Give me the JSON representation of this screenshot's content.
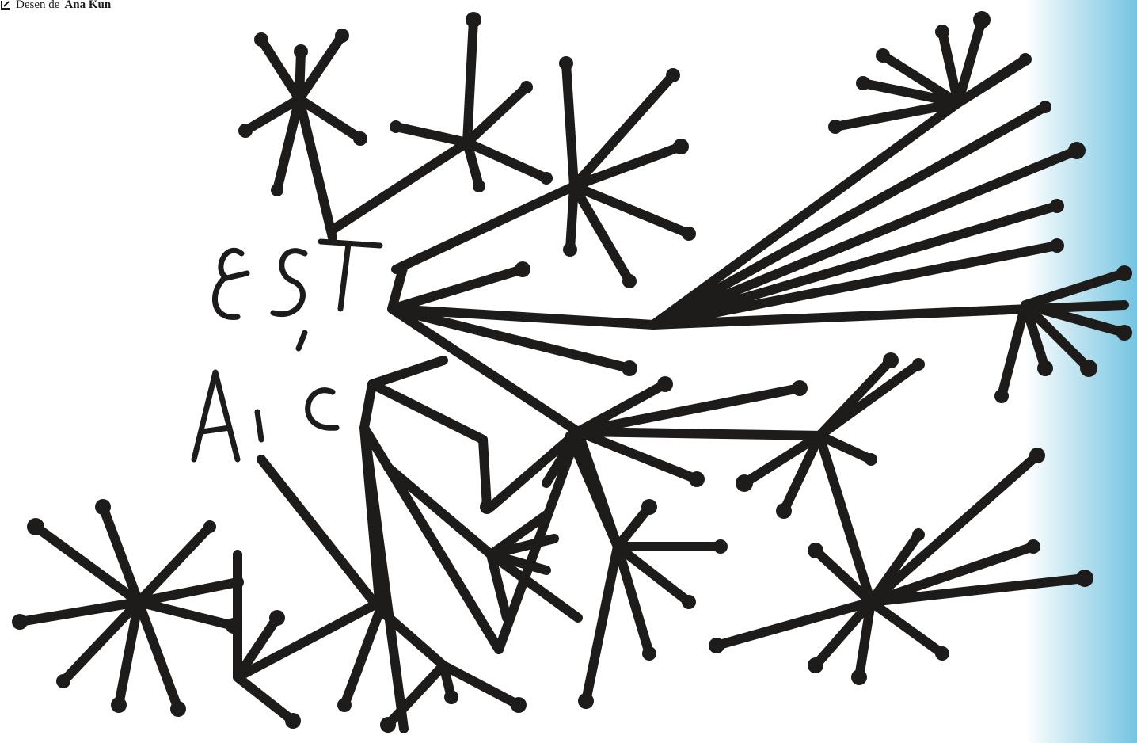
{
  "credit": {
    "prefix": "Desen de",
    "author": "Ana Kun",
    "icon": "pencil-corner-icon"
  },
  "drawing": {
    "description_icon": "ink-star-network-illustration",
    "ink_color": "#1e1b1b",
    "background_color": "#ffffff",
    "edge_gradient_color": "#74c4e2"
  }
}
